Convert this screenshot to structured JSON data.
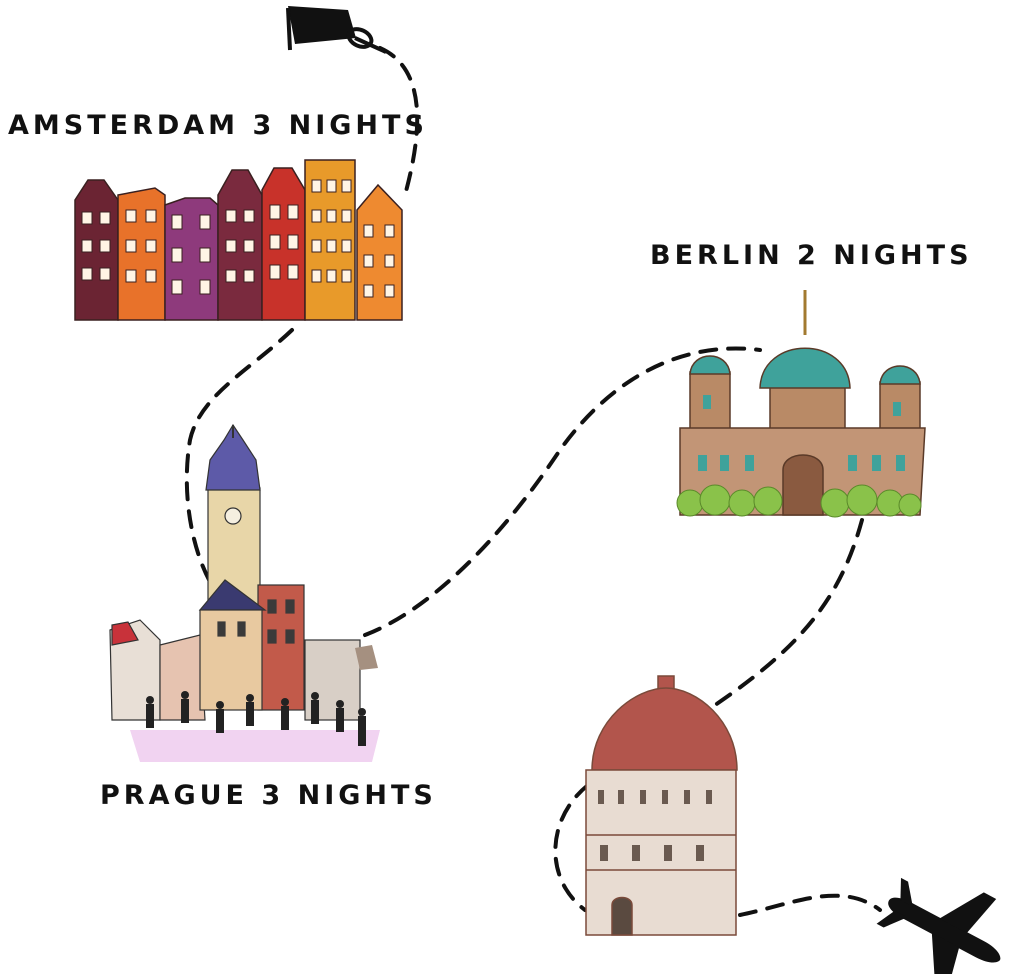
{
  "stops": [
    {
      "city": "Amsterdam",
      "label": "AMSTERDAM 3 NIGHTS"
    },
    {
      "city": "Berlin",
      "label": "BERLIN 2 NIGHTS"
    },
    {
      "city": "Prague",
      "label": "PRAGUE 3 NIGHTS"
    }
  ],
  "colors": {
    "route": "#111111",
    "label": "#111111",
    "canal_houses": [
      "#6b2433",
      "#e8722a",
      "#8e3a7c",
      "#7a2a3e",
      "#c8322a",
      "#e89a2a",
      "#ee8a30"
    ],
    "dome": "#3fa29b",
    "stone": "#b98a66",
    "baptistery_roof": "#b2554c",
    "baptistery_wall": "#e8dcd2",
    "trees": "#8ac24a"
  },
  "icons": [
    "flag-icon",
    "plane-icon"
  ]
}
